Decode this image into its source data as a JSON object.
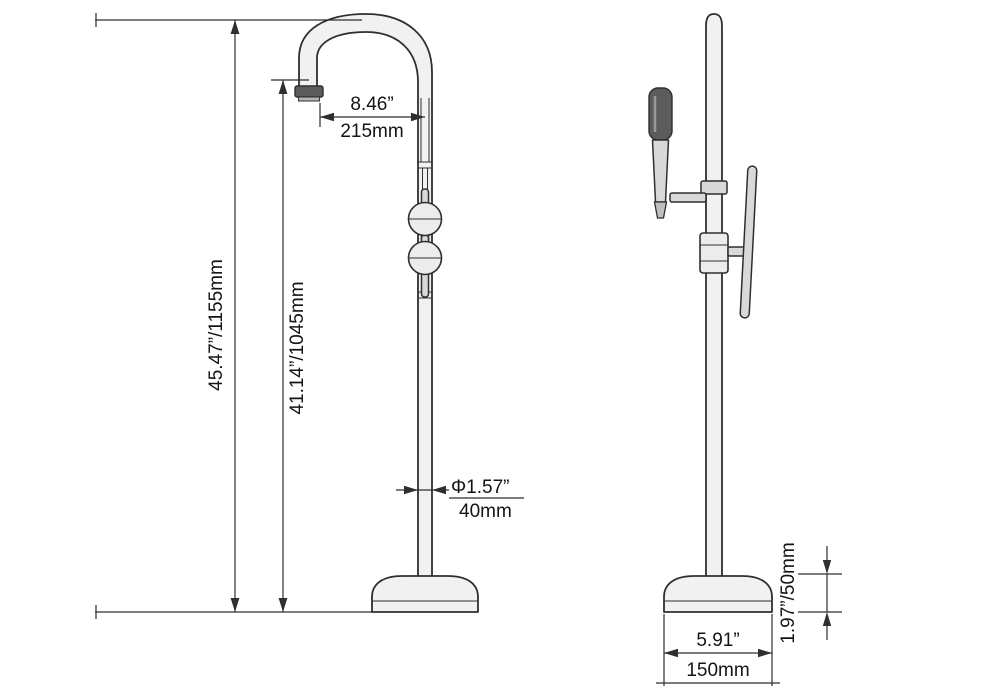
{
  "page": {
    "background": "#ffffff",
    "line_color": "#2f2f2f",
    "text_color": "#141414",
    "description": "Technical dimension drawing of a freestanding bathtub faucet, front view (gooseneck spout) and side view (hand shower with hose)"
  },
  "labels": {
    "total_height": "45.47”/1155mm",
    "spout_height": "41.14”/1045mm",
    "spout_reach_in": "8.46”",
    "spout_reach_mm": "215mm",
    "pipe_diameter_in": "Φ1.57”",
    "pipe_diameter_mm": "40mm",
    "base_diameter_in": "5.91”",
    "base_diameter_mm": "150mm",
    "base_height": "1.97”/50mm"
  }
}
